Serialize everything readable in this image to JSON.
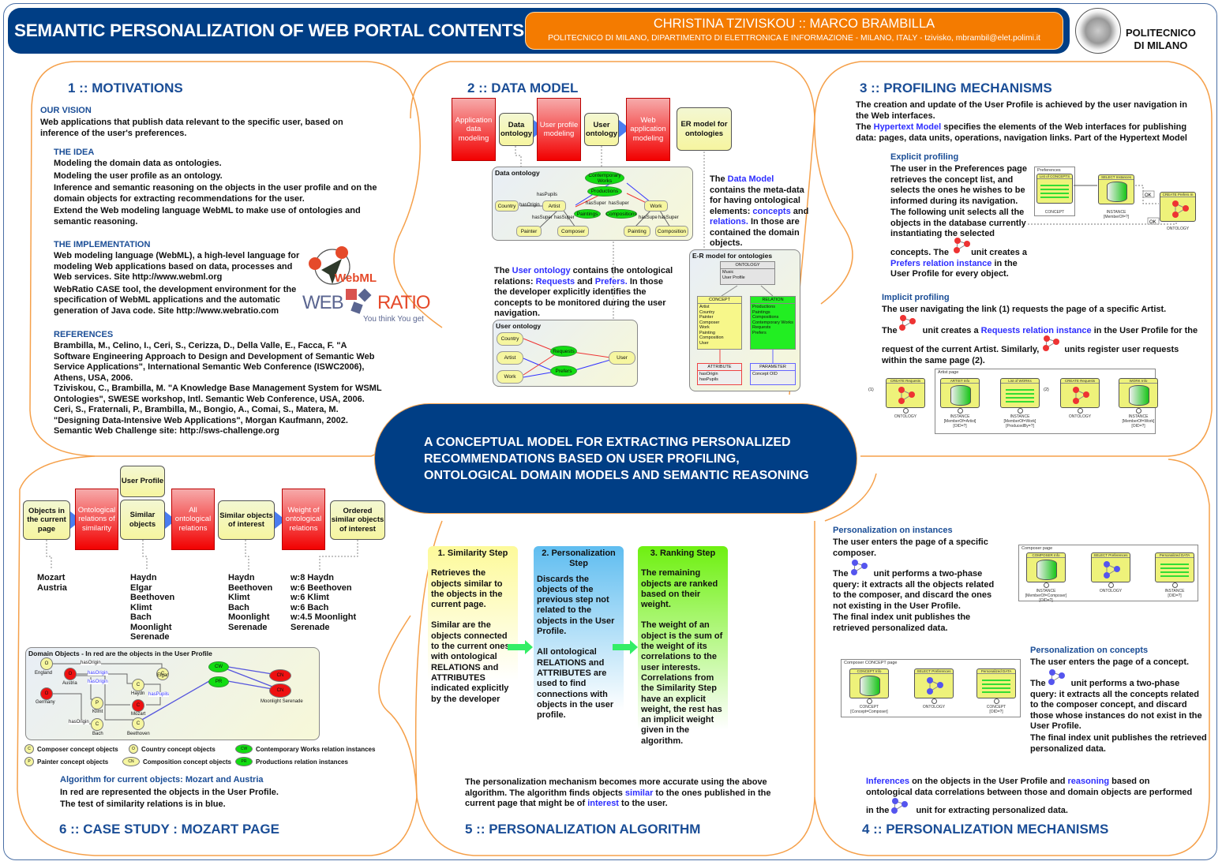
{
  "header": {
    "title": "SEMANTIC PERSONALIZATION OF WEB PORTAL CONTENTS",
    "authors": "CHRISTINA TZIVISKOU :: MARCO BRAMBILLA",
    "affiliation": "POLITECNICO DI MILANO, DIPARTIMENTO DI ELETTRONICA E INFORMAZIONE - MILANO, ITALY - tzivisko, mbrambil@elet.polimi.it",
    "institution_line1": "POLITECNICO",
    "institution_line2": "DI MILANO",
    "seal_text_top": "POLITECNICO",
    "seal_text_bottom": "MILANO"
  },
  "colors": {
    "navy": "#003e85",
    "orange": "#f47b00",
    "section_blue": "#1a4d96",
    "highlight": "#2d2dff"
  },
  "center": {
    "title": "A CONCEPTUAL MODEL FOR EXTRACTING PERSONALIZED RECOMMENDATIONS BASED ON USER PROFILING, ONTOLOGICAL DOMAIN MODELS AND SEMANTIC REASONING"
  },
  "s1": {
    "title": "1 :: MOTIVATIONS",
    "vision_h": "OUR VISION",
    "vision": "Web applications that publish data relevant to the specific user, based on inference of the user's preferences.",
    "idea_h": "THE IDEA",
    "idea": [
      "Modeling the domain data as ontologies.",
      "Modeling the user profile as an ontology.",
      "Inference and semantic reasoning on the objects in the user profile and on the domain objects for extracting recommendations for the user.",
      "Extend the Web modeling language WebML to make use of ontologies and semantic reasoning."
    ],
    "impl_h": "THE IMPLEMENTATION",
    "impl": [
      "Web modeling language (WebML), a high-level language for modeling Web applications based on data, processes and Web services. Site http://www.webml.org",
      "WebRatio CASE tool, the development environment for the specification of WebML applications and the automatic generation of Java code. Site http://www.webratio.com"
    ],
    "webml_logo": "WebML",
    "webratio_a": "WEB",
    "webratio_b": "RATIO",
    "webratio_tag": "You think You get",
    "refs_h": "REFERENCES",
    "refs": [
      "Brambilla, M., Celino, I., Ceri, S., Cerizza, D., Della Valle, E., Facca, F. \"A Software Engineering Approach to Design and Development of Semantic Web Service Applications\", International Semantic Web Conference (ISWC2006), Athens, USA, 2006.",
      "Tziviskou, C., Brambilla, M. \"A Knowledge Base Management System for WSML Ontologies\", SWESE workshop, Intl. Semantic Web Conference, USA, 2006.",
      "Ceri, S., Fraternali, P., Brambilla, M., Bongio, A., Comai, S., Matera, M. \"Designing Data-Intensive Web Applications\", Morgan Kaufmann, 2002.",
      "Semantic Web Challenge site: http://sws-challenge.org"
    ]
  },
  "s2": {
    "title": "2 :: DATA MODEL",
    "flow": [
      "Application data modeling",
      "Data ontology",
      "User profile modeling",
      "User ontology",
      "Web application modeling",
      "ER model for ontologies"
    ],
    "data_ontology": {
      "title": "Data ontology",
      "concepts": [
        "Country",
        "Artist",
        "Work",
        "Painter",
        "Composer",
        "Painting",
        "Composition"
      ],
      "relations": [
        "Contemporary Works",
        "Productions",
        "Paintings",
        "Compositions"
      ],
      "edge_labels": [
        "hasPupils",
        "hasOrigin",
        "hasSuper",
        "hasSuper",
        "hasSuper",
        "hasSuper",
        "hasSupe",
        "hasSuper"
      ]
    },
    "data_model_text_a": "The ",
    "data_model_text_b": "Data Model",
    "data_model_text_c": " contains the meta-data for having ontological elements: ",
    "data_model_text_d": "concepts",
    "data_model_text_e": " and ",
    "data_model_text_f": "relations.",
    "data_model_text_g": " In those are contained the domain objects.",
    "user_onto_text_a": "The ",
    "user_onto_text_b": "User ontology",
    "user_onto_text_c": " contains the ontological relations: ",
    "user_onto_text_d": "Requests",
    "user_onto_text_e": " and ",
    "user_onto_text_f": "Prefers.",
    "user_onto_text_g": " In those the developer explicitly identifies the concepts to be monitored during the user navigation.",
    "user_ontology": {
      "title": "User ontology",
      "concepts": [
        "Country",
        "Artist",
        "Work",
        "User"
      ],
      "relations": [
        "Requests",
        "Prefers"
      ]
    },
    "er": {
      "title": "E-R model for ontologies",
      "ontology_h": "ONTOLOGY",
      "ontology_items": "Music\nUser Profile",
      "concept_h": "CONCEPT",
      "concept_items": "Artist\nCountry\nPainter\nComposer\nWork\nPainting\nComposition\nUser",
      "relation_h": "RELATION",
      "relation_items": "Productions\nPaintings\nCompositions\nContemporary Works\nRequests\nPrefers",
      "attribute_h": "ATTRIBUTE",
      "attribute_items": "hasOrigin\nhasPupils",
      "parameter_h": "PARAMETER",
      "parameter_items": "Concept OID"
    }
  },
  "s3": {
    "title": "3 :: PROFILING MECHANISMS",
    "p1": "The creation and update of the User Profile is achieved by the user navigation in the Web interfaces.",
    "p2a": "The ",
    "p2b": "Hypertext Model",
    "p2c": " specifies the elements of the Web interfaces for publishing data: pages, data units, operations, navigation links. Part of the Hypertext Model",
    "explicit_h": "Explicit profiling",
    "explicit_1": "The user in the Preferences page retrieves the concept list, and selects the ones he wishes to be informed during its navigation.",
    "explicit_2": "The following unit selects all the objects in the database currently instantiating the selected",
    "explicit_3a": "concepts. The ",
    "explicit_3b": " unit creates a ",
    "explicit_3c": "Prefers relation instance",
    "explicit_3d": " in the User Profile for every object.",
    "pref_diagram": {
      "page": "Preferences",
      "u1": "List of CONCEPTS",
      "u1c": "CONCEPT",
      "u2": "SELECT Instances",
      "u2c": "INSTANCE\n[MemberOf=?]",
      "u3": "CREATE Prefers In",
      "u3c": "ONTOLOGY",
      "ok": "OK"
    },
    "implicit_h": "Implicit profiling",
    "implicit_1": "The user navigating the link (1) requests the page of a specific Artist.",
    "implicit_2a": "The ",
    "implicit_2b": " unit creates a ",
    "implicit_2c": "Requests relation instance",
    "implicit_2d": " in the User Profile for the",
    "implicit_3a": "request of the current Artist. Similarly, ",
    "implicit_3b": " units register user requests within the same page (2).",
    "artist_diagram": {
      "page": "Artist page",
      "link1": "(1)",
      "link2": "(2)",
      "units": [
        {
          "t": "CREATE Requests",
          "c": "ONTOLOGY"
        },
        {
          "t": "ARTIST Info",
          "c": "INSTANCE\n[MemberOf=Artist]\n[OID=?]"
        },
        {
          "t": "List of WORKs",
          "c": "INSTANCE\n[MemberOf=Work]\n[ProducedBy=?]"
        },
        {
          "t": "CREATE Requests",
          "c": "ONTOLOGY"
        },
        {
          "t": "WORK Info",
          "c": "INSTANCE\n[MemberOf=Work]\n[OID=?]"
        }
      ]
    }
  },
  "s4": {
    "title": "4 :: PERSONALIZATION MECHANISMS",
    "inst_h": "Personalization on instances",
    "inst_1": "The user enters the page of a specific composer.",
    "inst_2a": "The ",
    "inst_2b": " unit performs a two-phase query: it extracts all the objects related to the composer, and discard the ones not existing in the User Profile.",
    "inst_3": "The final index unit publishes the retrieved personalized data.",
    "composer_diagram": {
      "page": "Composer page",
      "units": [
        {
          "t": "COMPOSER Info",
          "c": "INSTANCE\n[MemberOf=Composer]\n[OID=?]"
        },
        {
          "t": "SELECT Preferences",
          "c": "ONTOLOGY"
        },
        {
          "t": "Personalized DATA",
          "c": "INSTANCE\n[OID=?]"
        }
      ]
    },
    "conc_h": "Personalization on concepts",
    "conc_1": "The user enters the page of a concept.",
    "conc_2a": "The ",
    "conc_2b": " unit performs a two-phase query: it extracts all the concepts related to the composer concept, and discard those whose instances do not exist in the User Profile.",
    "conc_3": "The final index unit publishes the retrieved personalized data.",
    "concept_diagram": {
      "page": "Composer CONCEPT page",
      "units": [
        {
          "t": "CONCEPT Info",
          "c": "CONCEPT\n[Concept=Composer]"
        },
        {
          "t": "SELECT Preferences",
          "c": "ONTOLOGY"
        },
        {
          "t": "Personalized DATA",
          "c": "CONCEPT\n[OID=?]"
        }
      ]
    },
    "infer_a": "Inferences",
    "infer_b": " on the objects in the User Profile and ",
    "infer_c": "reasoning",
    "infer_d": " based on ontological data correlations between those and domain objects are performed",
    "infer_e": "in the ",
    "infer_f": " unit for extracting personalized data."
  },
  "s5": {
    "title": "5 :: PERSONALIZATION ALGORITHM",
    "steps": [
      {
        "h": "1. Similarity Step",
        "p1": "Retrieves the objects similar to the objects in the current page.",
        "p2": "Similar are the objects connected to the current ones with ontological RELATIONS and ATTRIBUTES indicated explicitly by the developer"
      },
      {
        "h": "2. Personalization Step",
        "p1": "Discards the objects of the previous step not related to the objects in the User Profile.",
        "p2": "All ontological RELATIONS and ATTRIBUTES are used to find connections with objects in the user profile."
      },
      {
        "h": "3. Ranking Step",
        "p1": "The remaining objects are ranked based on their weight.",
        "p2": "The weight of an object is the sum of the weight of its correlations to the user interests. Correlations from the Similarity Step have an explicit weight, the rest has an implicit weight given in the algorithm."
      }
    ],
    "foot_a": "The personalization mechanism becomes more accurate using the above algorithm. The algorithm finds objects ",
    "foot_b": "similar",
    "foot_c": " to the ones published in the current page that might be of ",
    "foot_d": "interest",
    "foot_e": " to the user."
  },
  "s6": {
    "title": "6 :: CASE STUDY : MOZART PAGE",
    "flow": [
      "Objects in the current page",
      "Ontological relations of similarity",
      "Similar objects",
      "All ontological relations",
      "Similar objects of interest",
      "Weight of ontological relations",
      "Ordered similar objects of interest"
    ],
    "user_profile": "User Profile",
    "list_current": [
      "Mozart",
      "Austria"
    ],
    "list_similar": [
      "Haydn",
      "Elgar",
      "Beethoven",
      "Klimt",
      "Bach",
      "Moonlight",
      "Serenade"
    ],
    "list_interest": [
      "Haydn",
      "Beethoven",
      "Klimt",
      "Bach",
      "Moonlight",
      "Serenade"
    ],
    "list_ordered": [
      "w:8 Haydn",
      "w:6 Beethoven",
      "w:6 Klimt",
      "w:6 Bach",
      "w:4.5 Moonlight",
      "Serenade"
    ],
    "domain_title": "Domain Objects - In red are the objects in the User Profile",
    "domain_nodes": [
      {
        "k": "O",
        "n": "England"
      },
      {
        "k": "O",
        "n": "Austria"
      },
      {
        "k": "O",
        "n": "Germany"
      },
      {
        "k": "C",
        "n": "Elgar"
      },
      {
        "k": "C",
        "n": "Haydn"
      },
      {
        "k": "C",
        "n": "Mozart"
      },
      {
        "k": "P",
        "n": "Klimt"
      },
      {
        "k": "C",
        "n": "Bach"
      },
      {
        "k": "C",
        "n": "Beethoven"
      },
      {
        "k": "CW",
        "n": ""
      },
      {
        "k": "PR",
        "n": ""
      },
      {
        "k": "CN",
        "n": ""
      },
      {
        "k": "CN",
        "n": "Moonlight Serenade"
      }
    ],
    "domain_edges": [
      "hasOrigin",
      "hasOrigin",
      "hasOrigin",
      "hasPupils",
      "hasOrigin"
    ],
    "legend": [
      {
        "k": "C",
        "t": "Composer concept objects"
      },
      {
        "k": "O",
        "t": "Country concept objects"
      },
      {
        "k": "CW",
        "t": "Contemporary Works relation instances"
      },
      {
        "k": "P",
        "t": "Painter concept objects"
      },
      {
        "k": "CN",
        "t": "Composition concept objects"
      },
      {
        "k": "PR",
        "t": "Productions relation instances"
      }
    ],
    "algo_h": "Algorithm for current objects: Mozart and Austria",
    "algo_1": "In red are represented the objects in the User Profile.",
    "algo_2": "The test of similarity relations is in blue."
  }
}
